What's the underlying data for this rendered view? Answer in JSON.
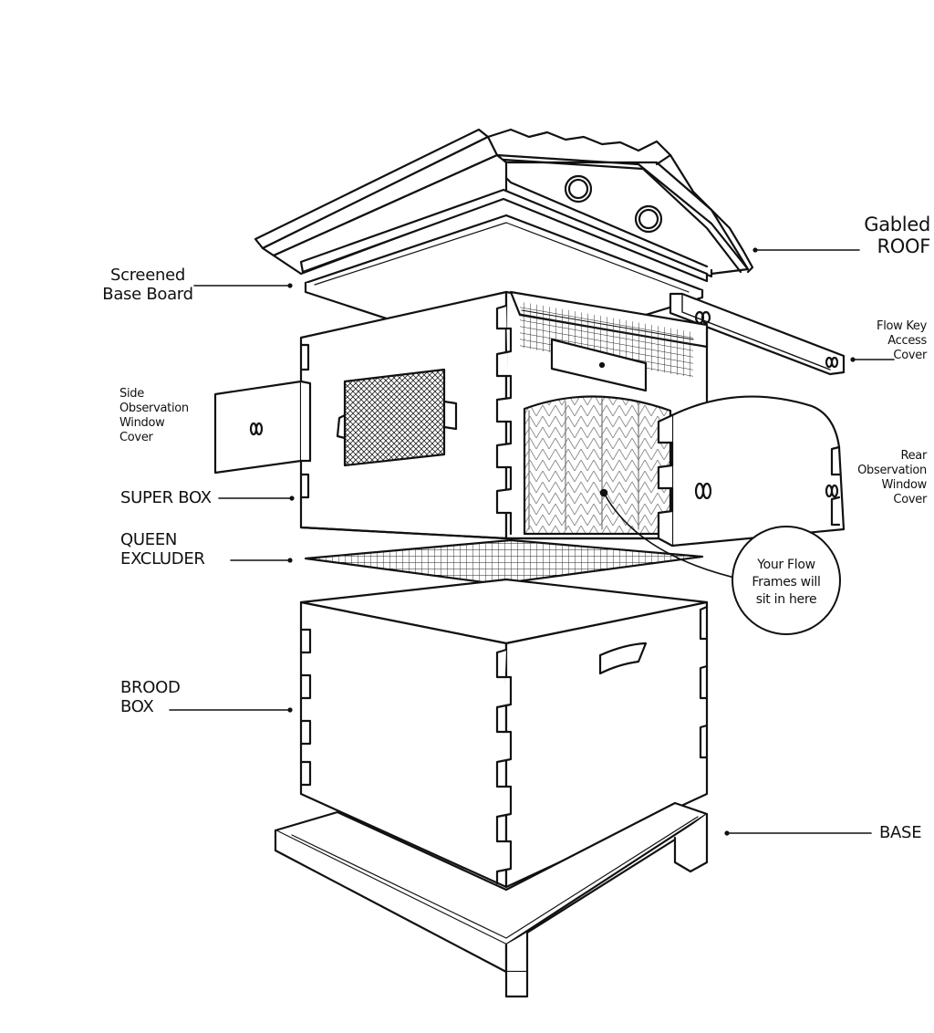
{
  "labels": {
    "gabled_roof": [
      "Gabled",
      "ROOF"
    ],
    "screened_base_board": [
      "Screened",
      "Base Board"
    ],
    "flow_key_access_cover": [
      "Flow Key",
      "Access",
      "Cover"
    ],
    "side_observation_window_cover": [
      "Side",
      "Observation",
      "Window",
      "Cover"
    ],
    "rear_observation_window_cover": [
      "Rear",
      "Observation",
      "Window",
      "Cover"
    ],
    "super_box": "SUPER BOX",
    "queen_excluder": [
      "QUEEN",
      "EXCLUDER"
    ],
    "brood_box": [
      "BROOD",
      "BOX"
    ],
    "base": "BASE",
    "flow_frames_callout": [
      "Your Flow",
      "Frames will",
      "sit in here"
    ]
  },
  "colors": {
    "ink": "#111111",
    "background": "#ffffff"
  }
}
